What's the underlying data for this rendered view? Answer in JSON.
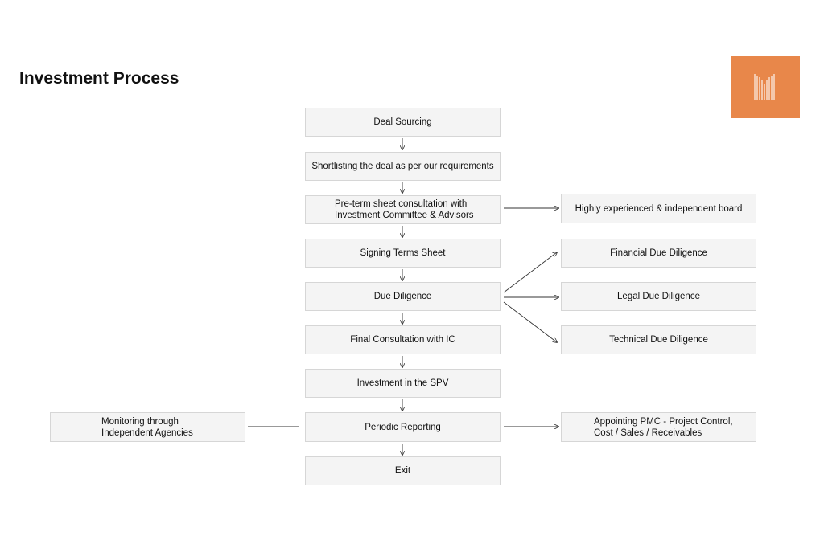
{
  "page": {
    "title": "Investment Process"
  },
  "logo": {
    "icon": "building-logo-icon",
    "background": "#e8874a"
  },
  "flow": {
    "steps": [
      "Deal Sourcing",
      "Shortlisting the deal as per our requirements",
      "Pre-term sheet consultation with\nInvestment Committee & Advisors",
      "Signing Terms Sheet",
      "Due Diligence",
      "Final Consultation with IC",
      "Investment in the SPV",
      "Periodic Reporting",
      "Exit"
    ],
    "side": {
      "board": "Highly experienced & independent board",
      "financial_dd": "Financial Due Diligence",
      "legal_dd": "Legal Due Diligence",
      "technical_dd": "Technical Due Diligence",
      "pmc": "Appointing PMC - Project Control,\nCost / Sales / Receivables",
      "monitoring": "Monitoring through\nIndependent Agencies"
    }
  },
  "colors": {
    "box_fill": "#f4f4f4",
    "box_border": "#d6d6d6",
    "line": "#333333",
    "accent": "#e8874a"
  }
}
